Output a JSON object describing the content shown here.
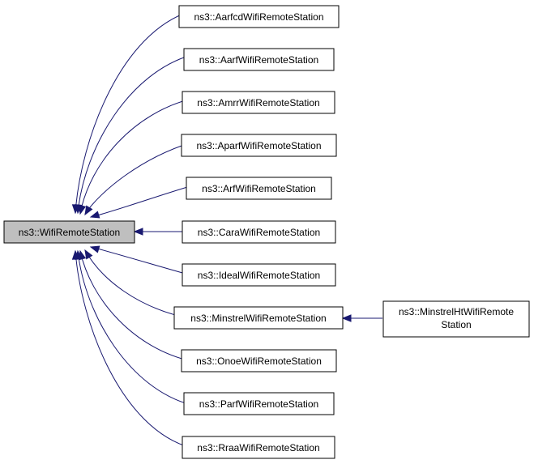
{
  "diagram": {
    "root": {
      "id": "wifi",
      "label": "ns3::WifiRemoteStation"
    },
    "children": [
      {
        "id": "aarfcd",
        "label": "ns3::AarfcdWifiRemoteStation"
      },
      {
        "id": "aarf",
        "label": "ns3::AarfWifiRemoteStation"
      },
      {
        "id": "amrr",
        "label": "ns3::AmrrWifiRemoteStation"
      },
      {
        "id": "aparf",
        "label": "ns3::AparfWifiRemoteStation"
      },
      {
        "id": "arf",
        "label": "ns3::ArfWifiRemoteStation"
      },
      {
        "id": "cara",
        "label": "ns3::CaraWifiRemoteStation"
      },
      {
        "id": "ideal",
        "label": "ns3::IdealWifiRemoteStation"
      },
      {
        "id": "minstrel",
        "label": "ns3::MinstrelWifiRemoteStation"
      },
      {
        "id": "onoe",
        "label": "ns3::OnoeWifiRemoteStation"
      },
      {
        "id": "parf",
        "label": "ns3::ParfWifiRemoteStation"
      },
      {
        "id": "rraa",
        "label": "ns3::RraaWifiRemoteStation"
      }
    ],
    "grandchildren": [
      {
        "id": "minstrelht",
        "parent": "minstrel",
        "label_lines": [
          "ns3::MinstrelHtWifiRemote",
          "Station"
        ]
      }
    ],
    "edge_color": "#191970",
    "root_fill": "#bfbfbf"
  }
}
